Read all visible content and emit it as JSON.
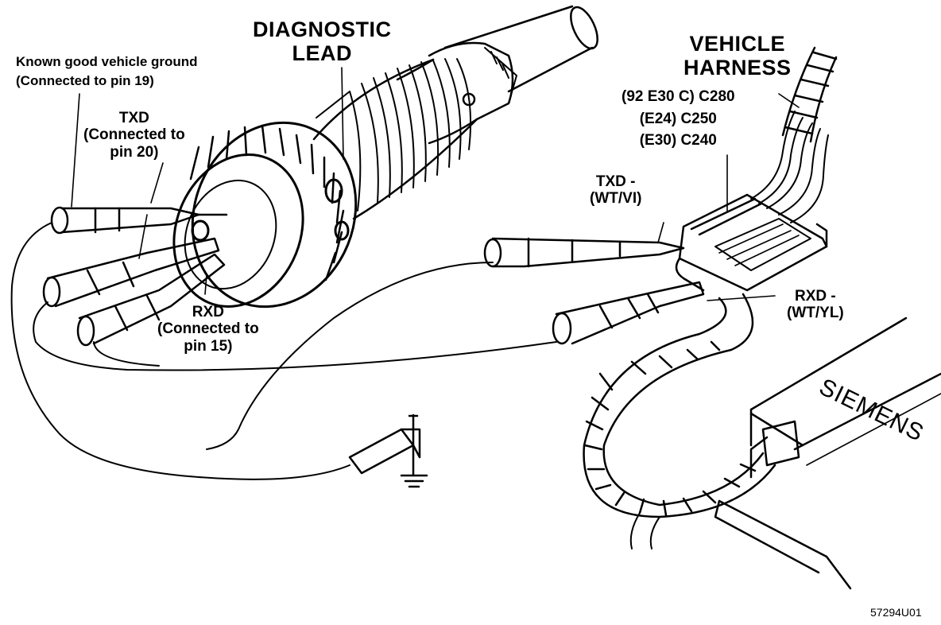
{
  "labels": {
    "diagnostic_lead": [
      "DIAGNOSTIC",
      "LEAD"
    ],
    "vehicle_harness": [
      "VEHICLE",
      "HARNESS"
    ],
    "connectors": [
      "(92 E30 C) C280",
      "(E24) C250",
      "(E30) C240"
    ],
    "ground": [
      "Known good vehicle ground",
      "(Connected to pin 19)"
    ],
    "txd_lead": [
      "TXD",
      "(Connected to",
      "pin 20)"
    ],
    "rxd_lead": [
      "RXD",
      "(Connected to",
      "pin 15)"
    ],
    "txd_harness": [
      "TXD -",
      "(WT/VI)"
    ],
    "rxd_harness": [
      "RXD -",
      "(WT/YL)"
    ],
    "brand": "SIEMENS",
    "figure_code": "57294U01"
  },
  "colors": {
    "ink": "#000000",
    "paper": "#ffffff"
  }
}
